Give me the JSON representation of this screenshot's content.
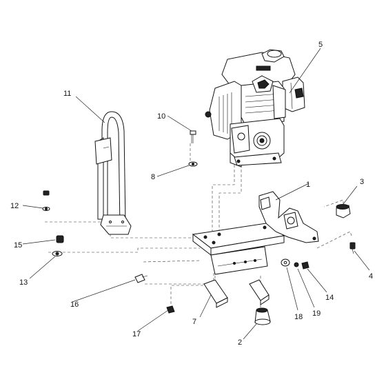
{
  "callouts": {
    "c1": "1",
    "c2": "2",
    "c3": "3",
    "c4": "4",
    "c5": "5",
    "c7": "7",
    "c8": "8",
    "c10": "10",
    "c11": "11",
    "c12": "12",
    "c13": "13",
    "c14": "14",
    "c15": "15",
    "c16": "16",
    "c17": "17",
    "c18": "18",
    "c19": "19"
  }
}
